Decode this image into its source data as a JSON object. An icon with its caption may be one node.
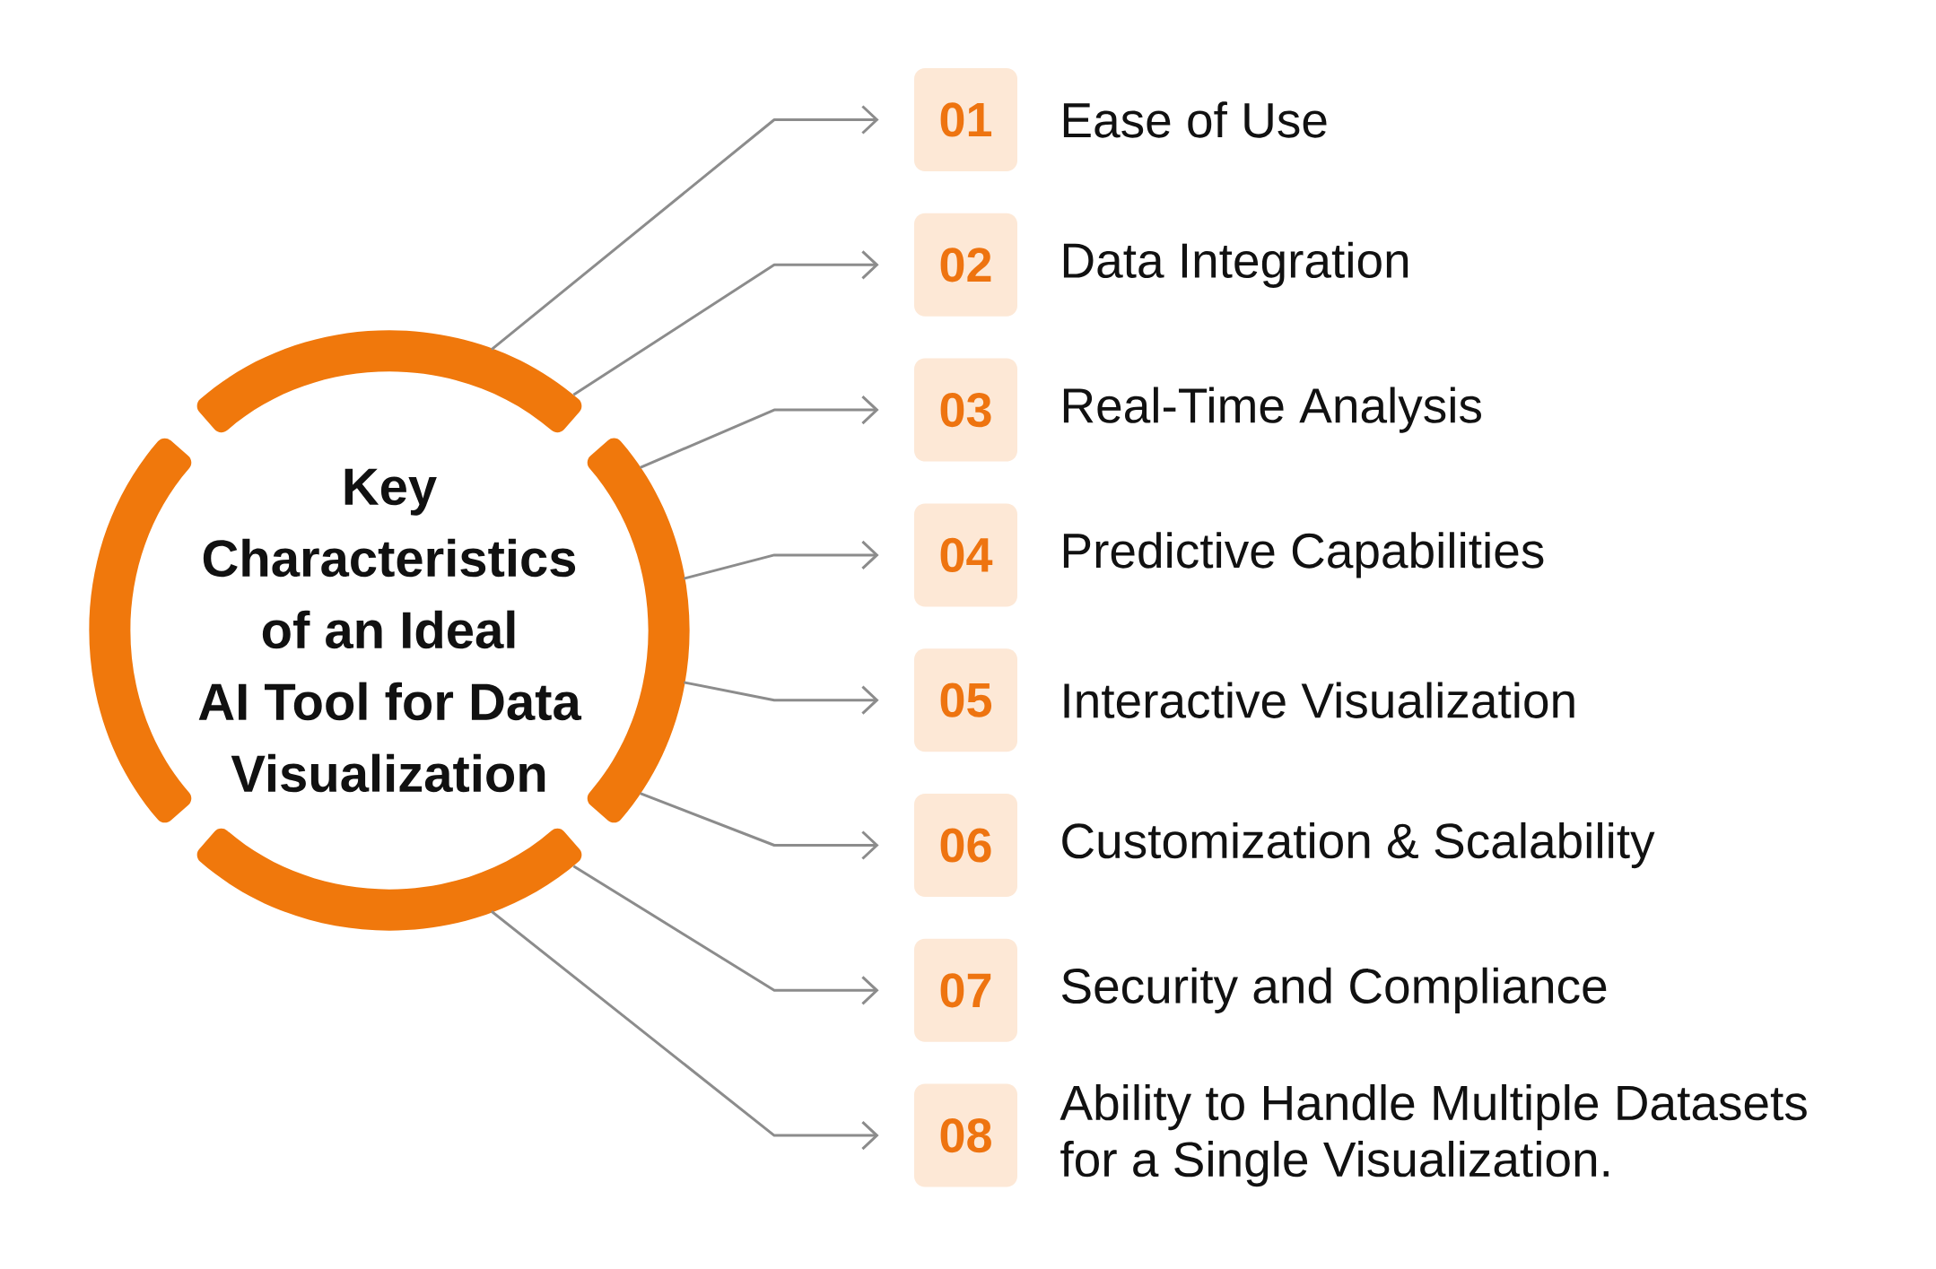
{
  "diagram": {
    "nodes": [
      {
        "text": [
          "Key Characteristics of an Ideal AI Tool for Data Visualization"
        ]
      },
      {
        "text": [
          "01"
        ],
        "beside": [
          "Ease of Use"
        ]
      },
      {
        "text": [
          "02"
        ],
        "beside": [
          "Data Integration"
        ]
      },
      {
        "text": [
          "03"
        ],
        "beside": [
          "Real-Time Analysis"
        ]
      },
      {
        "text": [
          "04"
        ],
        "beside": [
          "Predictive Capabilities"
        ]
      },
      {
        "text": [
          "05"
        ],
        "beside": [
          "Interactive Visualization"
        ]
      },
      {
        "text": [
          "06"
        ],
        "beside": [
          "Customization & Scalability"
        ]
      },
      {
        "text": [
          "07"
        ],
        "beside": [
          "Security and Compliance"
        ]
      },
      {
        "text": [
          "08"
        ],
        "beside": [
          "Ability to Handle Multiple Datasets for a Single Visualization."
        ]
      }
    ],
    "edges": [
      {
        "from": 0,
        "to": 1,
        "arrow": "to"
      },
      {
        "from": 0,
        "to": 2,
        "arrow": "to"
      },
      {
        "from": 0,
        "to": 3,
        "arrow": "to"
      },
      {
        "from": 0,
        "to": 4,
        "arrow": "to"
      },
      {
        "from": 0,
        "to": 5,
        "arrow": "to"
      },
      {
        "from": 0,
        "to": 6,
        "arrow": "to"
      },
      {
        "from": 0,
        "to": 7,
        "arrow": "to"
      },
      {
        "from": 0,
        "to": 8,
        "arrow": "to"
      }
    ]
  }
}
